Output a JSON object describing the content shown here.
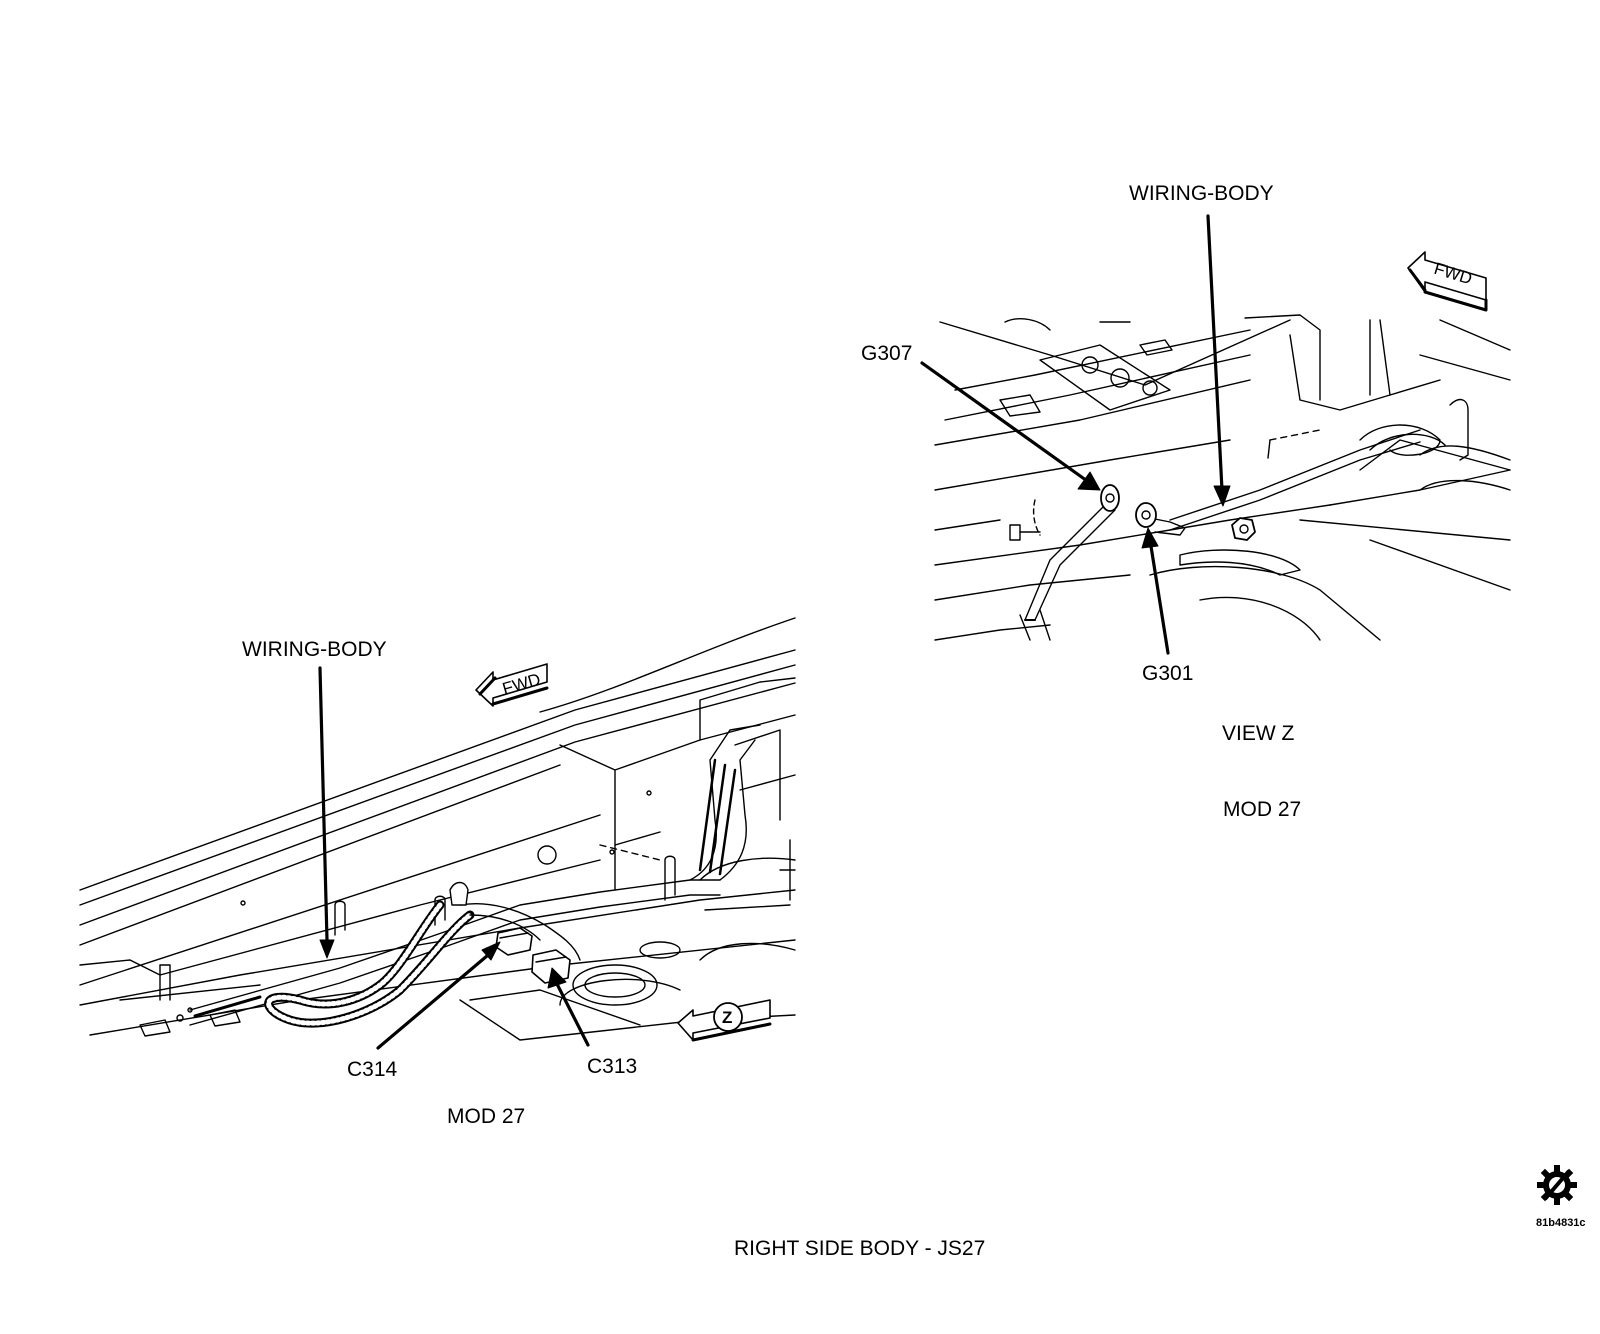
{
  "left_view": {
    "wiring_label": "WIRING-BODY",
    "fwd_label": "FWD",
    "view_marker": "Z",
    "connector_a": "C314",
    "connector_b": "C313",
    "mod_label": "MOD 27"
  },
  "right_view": {
    "wiring_label": "WIRING-BODY",
    "fwd_label": "FWD",
    "ground_a": "G307",
    "ground_b": "G301",
    "view_label": "VIEW Z",
    "mod_label": "MOD 27"
  },
  "figure": {
    "caption": "RIGHT SIDE BODY - JS27",
    "figure_id": "81b4831c",
    "icon": "gear-slash-icon"
  }
}
